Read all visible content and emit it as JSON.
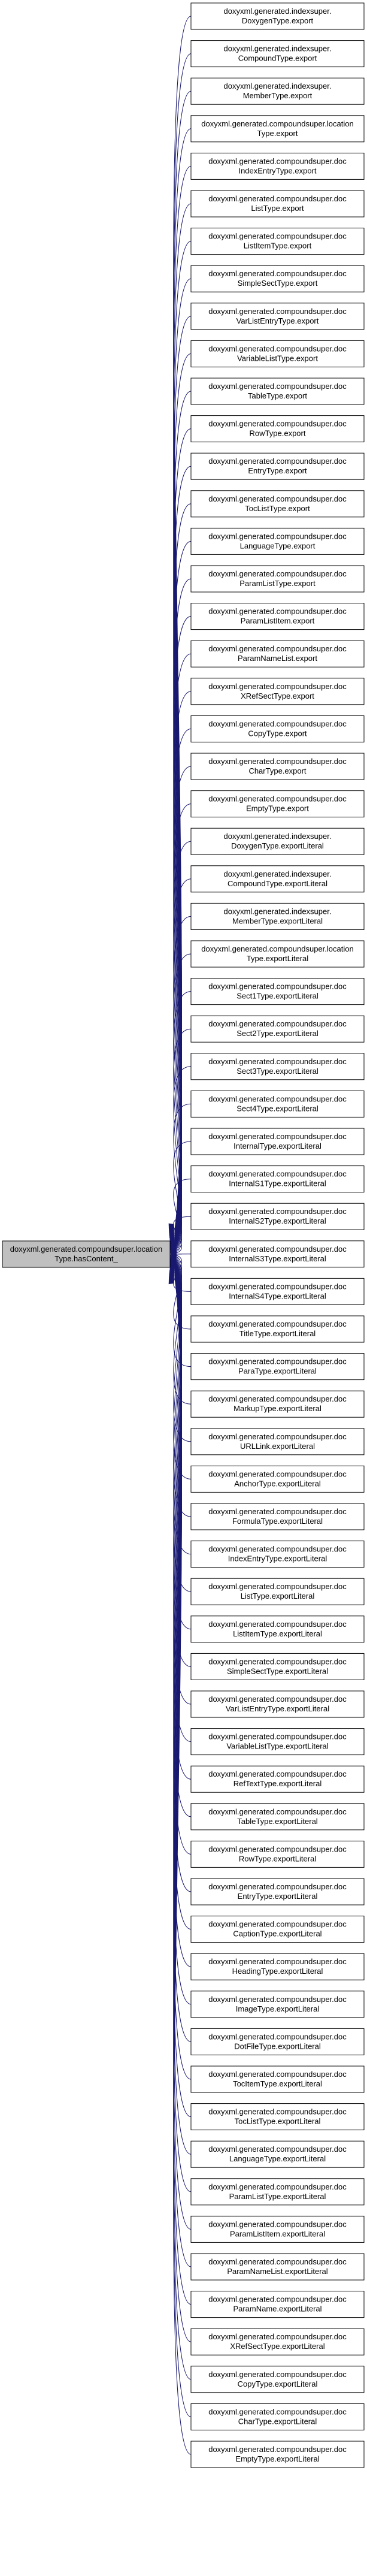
{
  "diagram": {
    "root": {
      "lines": [
        "doxyxml.generated.compoundsuper.location",
        "Type.hasContent_"
      ]
    },
    "nodes": [
      {
        "lines": [
          "doxyxml.generated.indexsuper.",
          "DoxygenType.export"
        ]
      },
      {
        "lines": [
          "doxyxml.generated.indexsuper.",
          "CompoundType.export"
        ]
      },
      {
        "lines": [
          "doxyxml.generated.indexsuper.",
          "MemberType.export"
        ]
      },
      {
        "lines": [
          "doxyxml.generated.compoundsuper.location",
          "Type.export"
        ]
      },
      {
        "lines": [
          "doxyxml.generated.compoundsuper.doc",
          "IndexEntryType.export"
        ]
      },
      {
        "lines": [
          "doxyxml.generated.compoundsuper.doc",
          "ListType.export"
        ]
      },
      {
        "lines": [
          "doxyxml.generated.compoundsuper.doc",
          "ListItemType.export"
        ]
      },
      {
        "lines": [
          "doxyxml.generated.compoundsuper.doc",
          "SimpleSectType.export"
        ]
      },
      {
        "lines": [
          "doxyxml.generated.compoundsuper.doc",
          "VarListEntryType.export"
        ]
      },
      {
        "lines": [
          "doxyxml.generated.compoundsuper.doc",
          "VariableListType.export"
        ]
      },
      {
        "lines": [
          "doxyxml.generated.compoundsuper.doc",
          "TableType.export"
        ]
      },
      {
        "lines": [
          "doxyxml.generated.compoundsuper.doc",
          "RowType.export"
        ]
      },
      {
        "lines": [
          "doxyxml.generated.compoundsuper.doc",
          "EntryType.export"
        ]
      },
      {
        "lines": [
          "doxyxml.generated.compoundsuper.doc",
          "TocListType.export"
        ]
      },
      {
        "lines": [
          "doxyxml.generated.compoundsuper.doc",
          "LanguageType.export"
        ]
      },
      {
        "lines": [
          "doxyxml.generated.compoundsuper.doc",
          "ParamListType.export"
        ]
      },
      {
        "lines": [
          "doxyxml.generated.compoundsuper.doc",
          "ParamListItem.export"
        ]
      },
      {
        "lines": [
          "doxyxml.generated.compoundsuper.doc",
          "ParamNameList.export"
        ]
      },
      {
        "lines": [
          "doxyxml.generated.compoundsuper.doc",
          "XRefSectType.export"
        ]
      },
      {
        "lines": [
          "doxyxml.generated.compoundsuper.doc",
          "CopyType.export"
        ]
      },
      {
        "lines": [
          "doxyxml.generated.compoundsuper.doc",
          "CharType.export"
        ]
      },
      {
        "lines": [
          "doxyxml.generated.compoundsuper.doc",
          "EmptyType.export"
        ]
      },
      {
        "lines": [
          "doxyxml.generated.indexsuper.",
          "DoxygenType.exportLiteral"
        ]
      },
      {
        "lines": [
          "doxyxml.generated.indexsuper.",
          "CompoundType.exportLiteral"
        ]
      },
      {
        "lines": [
          "doxyxml.generated.indexsuper.",
          "MemberType.exportLiteral"
        ]
      },
      {
        "lines": [
          "doxyxml.generated.compoundsuper.location",
          "Type.exportLiteral"
        ]
      },
      {
        "lines": [
          "doxyxml.generated.compoundsuper.doc",
          "Sect1Type.exportLiteral"
        ]
      },
      {
        "lines": [
          "doxyxml.generated.compoundsuper.doc",
          "Sect2Type.exportLiteral"
        ]
      },
      {
        "lines": [
          "doxyxml.generated.compoundsuper.doc",
          "Sect3Type.exportLiteral"
        ]
      },
      {
        "lines": [
          "doxyxml.generated.compoundsuper.doc",
          "Sect4Type.exportLiteral"
        ]
      },
      {
        "lines": [
          "doxyxml.generated.compoundsuper.doc",
          "InternalType.exportLiteral"
        ]
      },
      {
        "lines": [
          "doxyxml.generated.compoundsuper.doc",
          "InternalS1Type.exportLiteral"
        ]
      },
      {
        "lines": [
          "doxyxml.generated.compoundsuper.doc",
          "InternalS2Type.exportLiteral"
        ]
      },
      {
        "lines": [
          "doxyxml.generated.compoundsuper.doc",
          "InternalS3Type.exportLiteral"
        ]
      },
      {
        "lines": [
          "doxyxml.generated.compoundsuper.doc",
          "InternalS4Type.exportLiteral"
        ]
      },
      {
        "lines": [
          "doxyxml.generated.compoundsuper.doc",
          "TitleType.exportLiteral"
        ]
      },
      {
        "lines": [
          "doxyxml.generated.compoundsuper.doc",
          "ParaType.exportLiteral"
        ]
      },
      {
        "lines": [
          "doxyxml.generated.compoundsuper.doc",
          "MarkupType.exportLiteral"
        ]
      },
      {
        "lines": [
          "doxyxml.generated.compoundsuper.doc",
          "URLLink.exportLiteral"
        ]
      },
      {
        "lines": [
          "doxyxml.generated.compoundsuper.doc",
          "AnchorType.exportLiteral"
        ]
      },
      {
        "lines": [
          "doxyxml.generated.compoundsuper.doc",
          "FormulaType.exportLiteral"
        ]
      },
      {
        "lines": [
          "doxyxml.generated.compoundsuper.doc",
          "IndexEntryType.exportLiteral"
        ]
      },
      {
        "lines": [
          "doxyxml.generated.compoundsuper.doc",
          "ListType.exportLiteral"
        ]
      },
      {
        "lines": [
          "doxyxml.generated.compoundsuper.doc",
          "ListItemType.exportLiteral"
        ]
      },
      {
        "lines": [
          "doxyxml.generated.compoundsuper.doc",
          "SimpleSectType.exportLiteral"
        ]
      },
      {
        "lines": [
          "doxyxml.generated.compoundsuper.doc",
          "VarListEntryType.exportLiteral"
        ]
      },
      {
        "lines": [
          "doxyxml.generated.compoundsuper.doc",
          "VariableListType.exportLiteral"
        ]
      },
      {
        "lines": [
          "doxyxml.generated.compoundsuper.doc",
          "RefTextType.exportLiteral"
        ]
      },
      {
        "lines": [
          "doxyxml.generated.compoundsuper.doc",
          "TableType.exportLiteral"
        ]
      },
      {
        "lines": [
          "doxyxml.generated.compoundsuper.doc",
          "RowType.exportLiteral"
        ]
      },
      {
        "lines": [
          "doxyxml.generated.compoundsuper.doc",
          "EntryType.exportLiteral"
        ]
      },
      {
        "lines": [
          "doxyxml.generated.compoundsuper.doc",
          "CaptionType.exportLiteral"
        ]
      },
      {
        "lines": [
          "doxyxml.generated.compoundsuper.doc",
          "HeadingType.exportLiteral"
        ]
      },
      {
        "lines": [
          "doxyxml.generated.compoundsuper.doc",
          "ImageType.exportLiteral"
        ]
      },
      {
        "lines": [
          "doxyxml.generated.compoundsuper.doc",
          "DotFileType.exportLiteral"
        ]
      },
      {
        "lines": [
          "doxyxml.generated.compoundsuper.doc",
          "TocItemType.exportLiteral"
        ]
      },
      {
        "lines": [
          "doxyxml.generated.compoundsuper.doc",
          "TocListType.exportLiteral"
        ]
      },
      {
        "lines": [
          "doxyxml.generated.compoundsuper.doc",
          "LanguageType.exportLiteral"
        ]
      },
      {
        "lines": [
          "doxyxml.generated.compoundsuper.doc",
          "ParamListType.exportLiteral"
        ]
      },
      {
        "lines": [
          "doxyxml.generated.compoundsuper.doc",
          "ParamListItem.exportLiteral"
        ]
      },
      {
        "lines": [
          "doxyxml.generated.compoundsuper.doc",
          "ParamNameList.exportLiteral"
        ]
      },
      {
        "lines": [
          "doxyxml.generated.compoundsuper.doc",
          "ParamName.exportLiteral"
        ]
      },
      {
        "lines": [
          "doxyxml.generated.compoundsuper.doc",
          "XRefSectType.exportLiteral"
        ]
      },
      {
        "lines": [
          "doxyxml.generated.compoundsuper.doc",
          "CopyType.exportLiteral"
        ]
      },
      {
        "lines": [
          "doxyxml.generated.compoundsuper.doc",
          "CharType.exportLiteral"
        ]
      },
      {
        "lines": [
          "doxyxml.generated.compoundsuper.doc",
          "EmptyType.exportLiteral"
        ]
      }
    ],
    "colors": {
      "edge": "#191970",
      "root_fill": "#bfbfbf",
      "node_fill": "#ffffff",
      "node_stroke": "#000000"
    }
  }
}
